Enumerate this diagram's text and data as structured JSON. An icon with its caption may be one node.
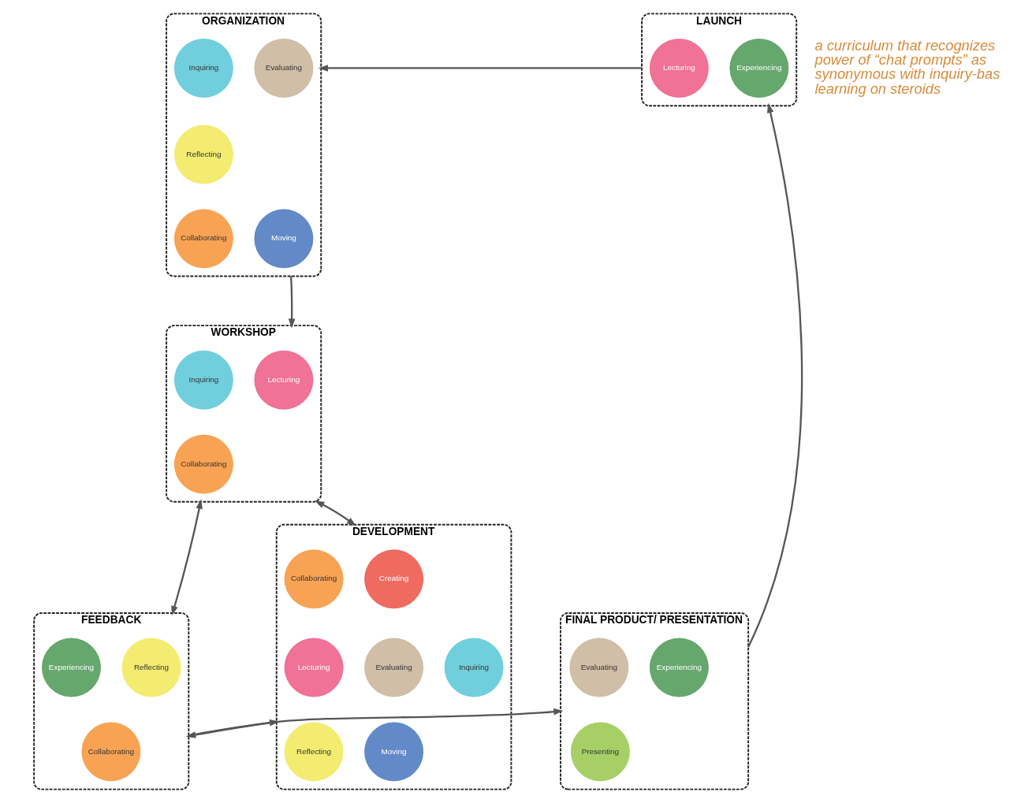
{
  "diagram": {
    "nodes": [
      {
        "text": [
          "ORGANIZATION"
        ]
      },
      {
        "text": [
          "Evaluating"
        ],
        "in": 0
      },
      {
        "text": [
          "Inquiring"
        ],
        "in": 0
      },
      {
        "text": [
          "Reflecting"
        ],
        "in": 0
      },
      {
        "text": [
          "Collaborating"
        ],
        "in": 0
      },
      {
        "text": [
          "Moving"
        ],
        "in": 0
      },
      {
        "text": [
          "LAUNCH"
        ]
      },
      {
        "text": [
          "Experiencing"
        ],
        "in": 6
      },
      {
        "text": [
          "Lecturing"
        ],
        "in": 6
      },
      {
        "text": [
          "WORKSHOP"
        ]
      },
      {
        "text": [
          "Lecturing"
        ],
        "in": 9
      },
      {
        "text": [
          "Inquiring"
        ],
        "in": 9
      },
      {
        "text": [
          "Collaborating"
        ],
        "in": 9
      },
      {
        "text": [
          "DEVELOPMENT"
        ]
      },
      {
        "text": [
          "Creating"
        ],
        "in": 13
      },
      {
        "text": [
          "Collaborating"
        ],
        "in": 13
      },
      {
        "text": [
          "Lecturing"
        ],
        "in": 13
      },
      {
        "text": [
          "Evaluating"
        ],
        "in": 13
      },
      {
        "text": [
          "Inquiring"
        ],
        "in": 13
      },
      {
        "text": [
          "Moving"
        ],
        "in": 13
      },
      {
        "text": [
          "Reflecting"
        ],
        "in": 13
      },
      {
        "text": [
          "FINAL PRODUCT/ PRESENTATION"
        ]
      },
      {
        "text": [
          "Experiencing"
        ],
        "in": 21
      },
      {
        "text": [
          "Evaluating"
        ],
        "in": 21
      },
      {
        "text": [
          "Presenting"
        ],
        "in": 21
      },
      {
        "text": [
          "FEEDBACK"
        ]
      },
      {
        "text": [
          "Reflecting"
        ],
        "in": 25
      },
      {
        "text": [
          "Experiencing"
        ],
        "in": 25
      },
      {
        "text": [
          "Collaborating"
        ],
        "in": 25
      }
    ],
    "edges": [
      {
        "from": 6,
        "to": 0,
        "arrow": "to"
      },
      {
        "from": 0,
        "to": 9,
        "arrow": "to"
      },
      {
        "from": 9,
        "to": 13,
        "arrow": "both"
      },
      {
        "from": 9,
        "to": 25,
        "arrow": "both"
      },
      {
        "from": 25,
        "to": 13,
        "arrow": "both"
      },
      {
        "from": 25,
        "to": 21,
        "arrow": "to"
      },
      {
        "from": 21,
        "to": 6,
        "arrow": "to"
      }
    ],
    "labels": [
      "a curriculum that recognizes power of “chat prompts” as synonymous with inquiry-bas learning on steroids"
    ]
  }
}
